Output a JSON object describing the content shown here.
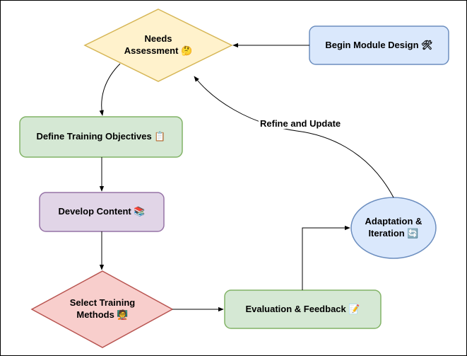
{
  "nodes": {
    "needs_assessment": {
      "text": "Needs\nAssessment 🤔"
    },
    "begin_module_design": {
      "text": "Begin Module Design 🛠"
    },
    "define_training_objectives": {
      "text": "Define Training Objectives 📋"
    },
    "develop_content": {
      "text": "Develop Content 📚"
    },
    "select_training_methods": {
      "text": "Select Training\nMethods 🧑‍🏫"
    },
    "evaluation_feedback": {
      "text": "Evaluation & Feedback 📝"
    },
    "adaptation_iteration": {
      "text": "Adaptation &\nIteration 🔄"
    }
  },
  "edges": {
    "refine_update": {
      "text": "Refine and Update"
    }
  },
  "colors": {
    "yellow_fill": "#fff2cc",
    "yellow_stroke": "#d6b656",
    "blue_fill": "#dae8fc",
    "blue_stroke": "#6c8ebf",
    "green_fill": "#d5e8d4",
    "green_stroke": "#82b366",
    "purple_fill": "#e1d5e7",
    "purple_stroke": "#9673a6",
    "red_fill": "#f8cecc",
    "red_stroke": "#b85450"
  }
}
